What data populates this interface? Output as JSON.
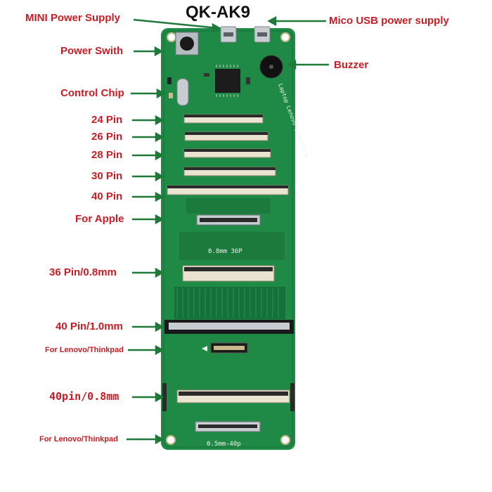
{
  "title": "QK-AK9",
  "labels": {
    "mini_power": "MINI Power Supply",
    "micro_usb": "Mico USB power supply",
    "power_switch": "Power Swith",
    "buzzer": "Buzzer",
    "control_chip": "Control Chip",
    "pin24": "24 Pin",
    "pin26": "26 Pin",
    "pin28": "28 Pin",
    "pin30": "30 Pin",
    "pin40": "40 Pin",
    "for_apple": "For Apple",
    "pin36_08": "36 Pin/0.8mm",
    "pin40_10": "40 Pin/1.0mm",
    "lenovo_1": "For Lenovo/Thinkpad",
    "pin40_08": "40pin/0.8mm",
    "lenovo_2": "For Lenovo/Thinkpad"
  },
  "board": {
    "silk_36p": "0.8mm  36P",
    "silk_05": "0.5mm-40p",
    "silk_vertical": "Laptop Lenovo Interface"
  },
  "colors": {
    "label_red": "#c81d25",
    "arrow_green": "#1f7a3a",
    "pcb_green": "#1f8a45"
  }
}
